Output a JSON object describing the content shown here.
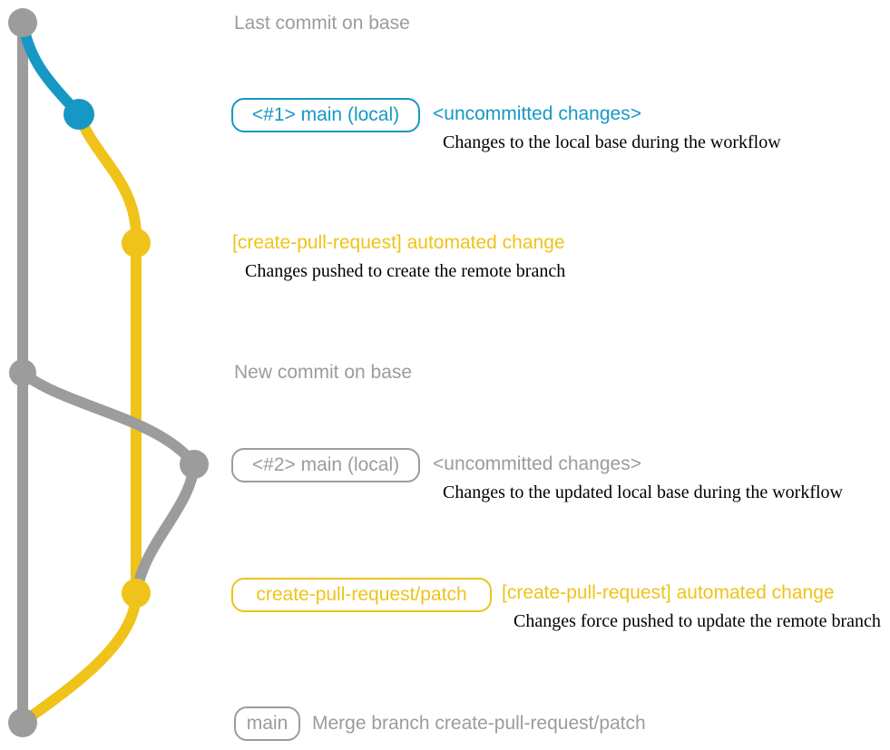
{
  "colors": {
    "gray": "#9c9c9c",
    "blue": "#1798c4",
    "yellow": "#efc319",
    "text": "#000000"
  },
  "annotations": {
    "last_commit": "Last commit on base",
    "new_commit": "New commit on base",
    "s1_box": "<#1> main (local)",
    "s1_heading": "<uncommitted changes>",
    "s1_desc": "Changes to the local base during the workflow",
    "s2_heading": "[create-pull-request] automated change",
    "s2_desc": "Changes pushed to create the remote branch",
    "s3_box": "<#2> main (local)",
    "s3_heading": "<uncommitted changes>",
    "s3_desc": "Changes to the updated local base during the workflow",
    "s4_box": "create-pull-request/patch",
    "s4_heading": "[create-pull-request] automated change",
    "s4_desc": "Changes force pushed to update the remote branch",
    "merge_box": "main",
    "merge_text": "Merge branch create-pull-request/patch"
  },
  "graph": {
    "branches": [
      {
        "name": "base",
        "color": "gray"
      },
      {
        "name": "main-local-uncommitted",
        "color": "blue"
      },
      {
        "name": "create-pull-request/patch",
        "color": "yellow"
      }
    ],
    "commits": [
      {
        "dot": "last-commit-on-base",
        "color": "gray"
      },
      {
        "dot": "main-local-1-uncommitted",
        "color": "blue"
      },
      {
        "dot": "automated-change-1",
        "color": "yellow"
      },
      {
        "dot": "new-commit-on-base",
        "color": "gray"
      },
      {
        "dot": "main-local-2-uncommitted",
        "color": "gray"
      },
      {
        "dot": "automated-change-2-force-push",
        "color": "yellow"
      },
      {
        "dot": "merge-commit",
        "color": "gray"
      }
    ]
  }
}
